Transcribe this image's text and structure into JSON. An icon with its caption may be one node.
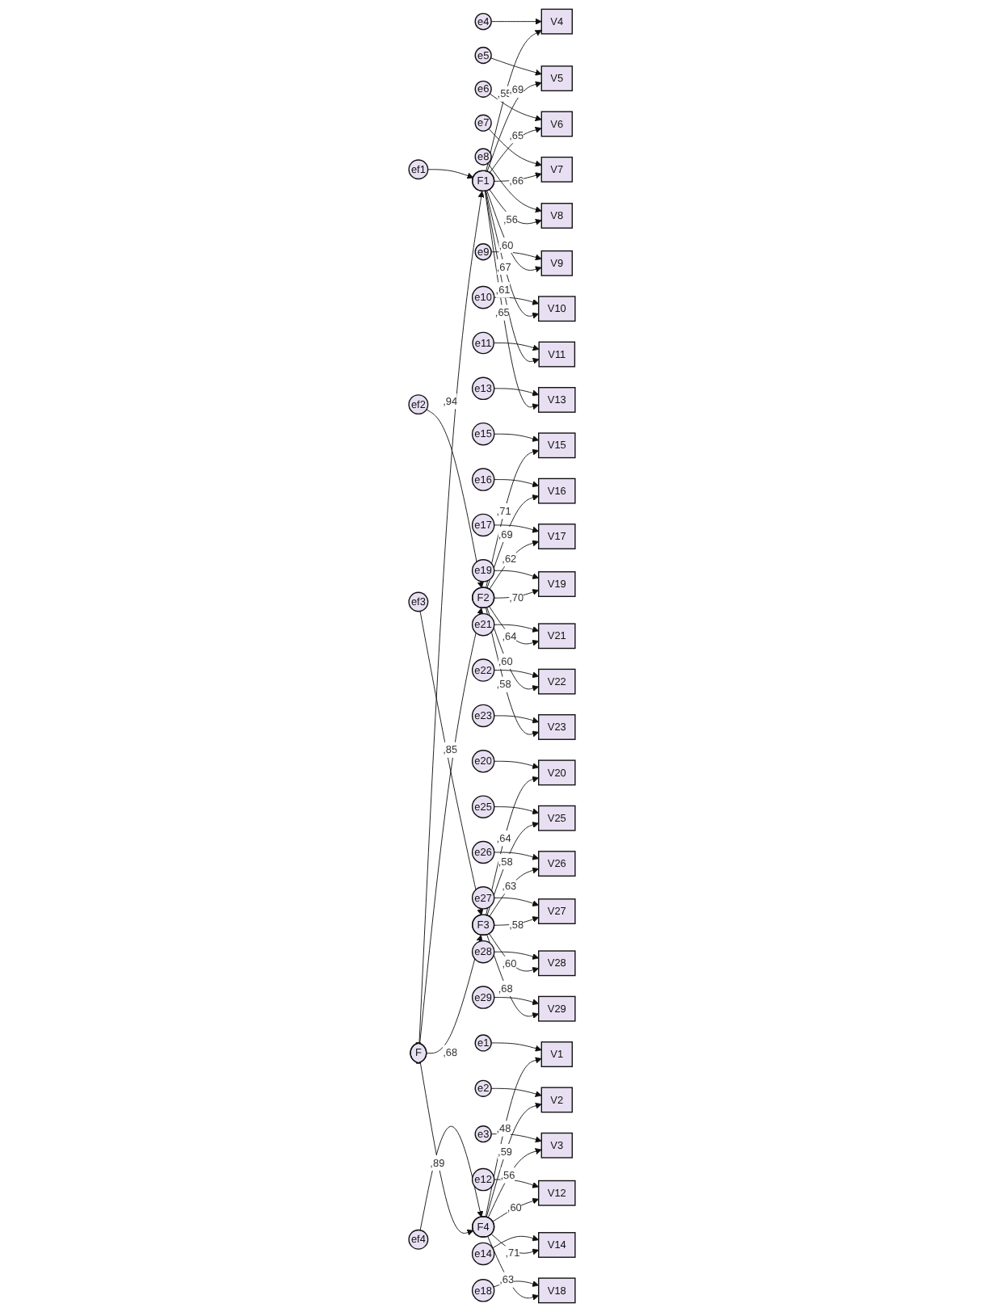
{
  "diagram": {
    "nodes": [
      {
        "text": [
          "e4"
        ]
      },
      {
        "text": [
          "e5"
        ]
      },
      {
        "text": [
          "e6"
        ]
      },
      {
        "text": [
          "e7"
        ]
      },
      {
        "text": [
          "e8"
        ]
      },
      {
        "text": [
          "e9"
        ]
      },
      {
        "text": [
          "e10"
        ]
      },
      {
        "text": [
          "e11"
        ]
      },
      {
        "text": [
          "e13"
        ]
      },
      {
        "text": [
          "V4"
        ]
      },
      {
        "text": [
          "V5"
        ]
      },
      {
        "text": [
          "V6"
        ]
      },
      {
        "text": [
          "V7"
        ]
      },
      {
        "text": [
          "V8"
        ]
      },
      {
        "text": [
          "V9"
        ]
      },
      {
        "text": [
          "V10"
        ]
      },
      {
        "text": [
          "V11"
        ]
      },
      {
        "text": [
          "V13"
        ]
      },
      {
        "text": [
          "ef1"
        ]
      },
      {
        "text": [
          "F1"
        ]
      },
      {
        "text": [
          "e15"
        ]
      },
      {
        "text": [
          "e16"
        ]
      },
      {
        "text": [
          "e17"
        ]
      },
      {
        "text": [
          "e19"
        ]
      },
      {
        "text": [
          "e21"
        ]
      },
      {
        "text": [
          "e22"
        ]
      },
      {
        "text": [
          "e23"
        ]
      },
      {
        "text": [
          "V15"
        ]
      },
      {
        "text": [
          "V16"
        ]
      },
      {
        "text": [
          "V17"
        ]
      },
      {
        "text": [
          "V19"
        ]
      },
      {
        "text": [
          "V21"
        ]
      },
      {
        "text": [
          "V22"
        ]
      },
      {
        "text": [
          "V23"
        ]
      },
      {
        "text": [
          "ef2"
        ]
      },
      {
        "text": [
          "F2"
        ]
      },
      {
        "text": [
          "e20"
        ]
      },
      {
        "text": [
          "e25"
        ]
      },
      {
        "text": [
          "e26"
        ]
      },
      {
        "text": [
          "e27"
        ]
      },
      {
        "text": [
          "e28"
        ]
      },
      {
        "text": [
          "e29"
        ]
      },
      {
        "text": [
          "V20"
        ]
      },
      {
        "text": [
          "V25"
        ]
      },
      {
        "text": [
          "V26"
        ]
      },
      {
        "text": [
          "V27"
        ]
      },
      {
        "text": [
          "V28"
        ]
      },
      {
        "text": [
          "V29"
        ]
      },
      {
        "text": [
          "ef3"
        ]
      },
      {
        "text": [
          "F3"
        ]
      },
      {
        "text": [
          "e1"
        ]
      },
      {
        "text": [
          "e2"
        ]
      },
      {
        "text": [
          "e3"
        ]
      },
      {
        "text": [
          "e12"
        ]
      },
      {
        "text": [
          "e14"
        ]
      },
      {
        "text": [
          "e18"
        ]
      },
      {
        "text": [
          "V1"
        ]
      },
      {
        "text": [
          "V2"
        ]
      },
      {
        "text": [
          "V3"
        ]
      },
      {
        "text": [
          "V12"
        ]
      },
      {
        "text": [
          "V14"
        ]
      },
      {
        "text": [
          "V18"
        ]
      },
      {
        "text": [
          "ef4"
        ]
      },
      {
        "text": [
          "F4"
        ]
      },
      {
        "text": [
          "F"
        ]
      }
    ],
    "edges": [
      {
        "from": 0,
        "to": 9,
        "arrow": "to"
      },
      {
        "from": 1,
        "to": 10,
        "arrow": "to"
      },
      {
        "from": 2,
        "to": 11,
        "arrow": "to"
      },
      {
        "from": 3,
        "to": 12,
        "arrow": "to"
      },
      {
        "from": 4,
        "to": 13,
        "arrow": "to"
      },
      {
        "from": 5,
        "to": 14,
        "arrow": "to"
      },
      {
        "from": 6,
        "to": 15,
        "arrow": "to"
      },
      {
        "from": 7,
        "to": 16,
        "arrow": "to"
      },
      {
        "from": 8,
        "to": 17,
        "arrow": "to"
      },
      {
        "from": 19,
        "to": 9,
        "arrow": "to",
        "label": ",55"
      },
      {
        "from": 19,
        "to": 10,
        "arrow": "to",
        "label": ",69"
      },
      {
        "from": 19,
        "to": 11,
        "arrow": "to",
        "label": ",65"
      },
      {
        "from": 19,
        "to": 12,
        "arrow": "to",
        "label": ",66"
      },
      {
        "from": 19,
        "to": 13,
        "arrow": "to",
        "label": ",56"
      },
      {
        "from": 19,
        "to": 14,
        "arrow": "to",
        "label": ",60"
      },
      {
        "from": 19,
        "to": 15,
        "arrow": "to",
        "label": ",67"
      },
      {
        "from": 19,
        "to": 16,
        "arrow": "to",
        "label": ",61"
      },
      {
        "from": 19,
        "to": 17,
        "arrow": "to",
        "label": ",65"
      },
      {
        "from": 18,
        "to": 19,
        "arrow": "to"
      },
      {
        "from": 20,
        "to": 27,
        "arrow": "to"
      },
      {
        "from": 21,
        "to": 28,
        "arrow": "to"
      },
      {
        "from": 22,
        "to": 29,
        "arrow": "to"
      },
      {
        "from": 23,
        "to": 30,
        "arrow": "to"
      },
      {
        "from": 24,
        "to": 31,
        "arrow": "to"
      },
      {
        "from": 25,
        "to": 32,
        "arrow": "to"
      },
      {
        "from": 26,
        "to": 33,
        "arrow": "to"
      },
      {
        "from": 35,
        "to": 27,
        "arrow": "to",
        "label": ",71"
      },
      {
        "from": 35,
        "to": 28,
        "arrow": "to",
        "label": ",69"
      },
      {
        "from": 35,
        "to": 29,
        "arrow": "to",
        "label": ",62"
      },
      {
        "from": 35,
        "to": 30,
        "arrow": "to",
        "label": ",70"
      },
      {
        "from": 35,
        "to": 31,
        "arrow": "to",
        "label": ",64"
      },
      {
        "from": 35,
        "to": 32,
        "arrow": "to",
        "label": ",60"
      },
      {
        "from": 35,
        "to": 33,
        "arrow": "to",
        "label": ",58"
      },
      {
        "from": 34,
        "to": 35,
        "arrow": "to"
      },
      {
        "from": 36,
        "to": 42,
        "arrow": "to"
      },
      {
        "from": 37,
        "to": 43,
        "arrow": "to"
      },
      {
        "from": 38,
        "to": 44,
        "arrow": "to"
      },
      {
        "from": 39,
        "to": 45,
        "arrow": "to"
      },
      {
        "from": 40,
        "to": 46,
        "arrow": "to"
      },
      {
        "from": 41,
        "to": 47,
        "arrow": "to"
      },
      {
        "from": 49,
        "to": 42,
        "arrow": "to",
        "label": ",64"
      },
      {
        "from": 49,
        "to": 43,
        "arrow": "to",
        "label": ",58"
      },
      {
        "from": 49,
        "to": 44,
        "arrow": "to",
        "label": ",63"
      },
      {
        "from": 49,
        "to": 45,
        "arrow": "to",
        "label": ",58"
      },
      {
        "from": 49,
        "to": 46,
        "arrow": "to",
        "label": ",60"
      },
      {
        "from": 49,
        "to": 47,
        "arrow": "to",
        "label": ",68"
      },
      {
        "from": 48,
        "to": 49,
        "arrow": "to"
      },
      {
        "from": 50,
        "to": 56,
        "arrow": "to"
      },
      {
        "from": 51,
        "to": 57,
        "arrow": "to"
      },
      {
        "from": 52,
        "to": 58,
        "arrow": "to"
      },
      {
        "from": 53,
        "to": 59,
        "arrow": "to"
      },
      {
        "from": 54,
        "to": 60,
        "arrow": "to"
      },
      {
        "from": 55,
        "to": 61,
        "arrow": "to"
      },
      {
        "from": 63,
        "to": 56,
        "arrow": "to",
        "label": ",48"
      },
      {
        "from": 63,
        "to": 57,
        "arrow": "to",
        "label": ",59"
      },
      {
        "from": 63,
        "to": 58,
        "arrow": "to",
        "label": ",56"
      },
      {
        "from": 63,
        "to": 59,
        "arrow": "to",
        "label": ",60"
      },
      {
        "from": 63,
        "to": 60,
        "arrow": "to",
        "label": ",71"
      },
      {
        "from": 63,
        "to": 61,
        "arrow": "to",
        "label": ",63"
      },
      {
        "from": 62,
        "to": 63,
        "arrow": "to"
      },
      {
        "from": 64,
        "to": 19,
        "arrow": "to",
        "label": ",94"
      },
      {
        "from": 64,
        "to": 35,
        "arrow": "to",
        "label": ",85"
      },
      {
        "from": 64,
        "to": 49,
        "arrow": "to",
        "label": ",68"
      },
      {
        "from": 64,
        "to": 63,
        "arrow": "to",
        "label": ",89"
      }
    ]
  }
}
